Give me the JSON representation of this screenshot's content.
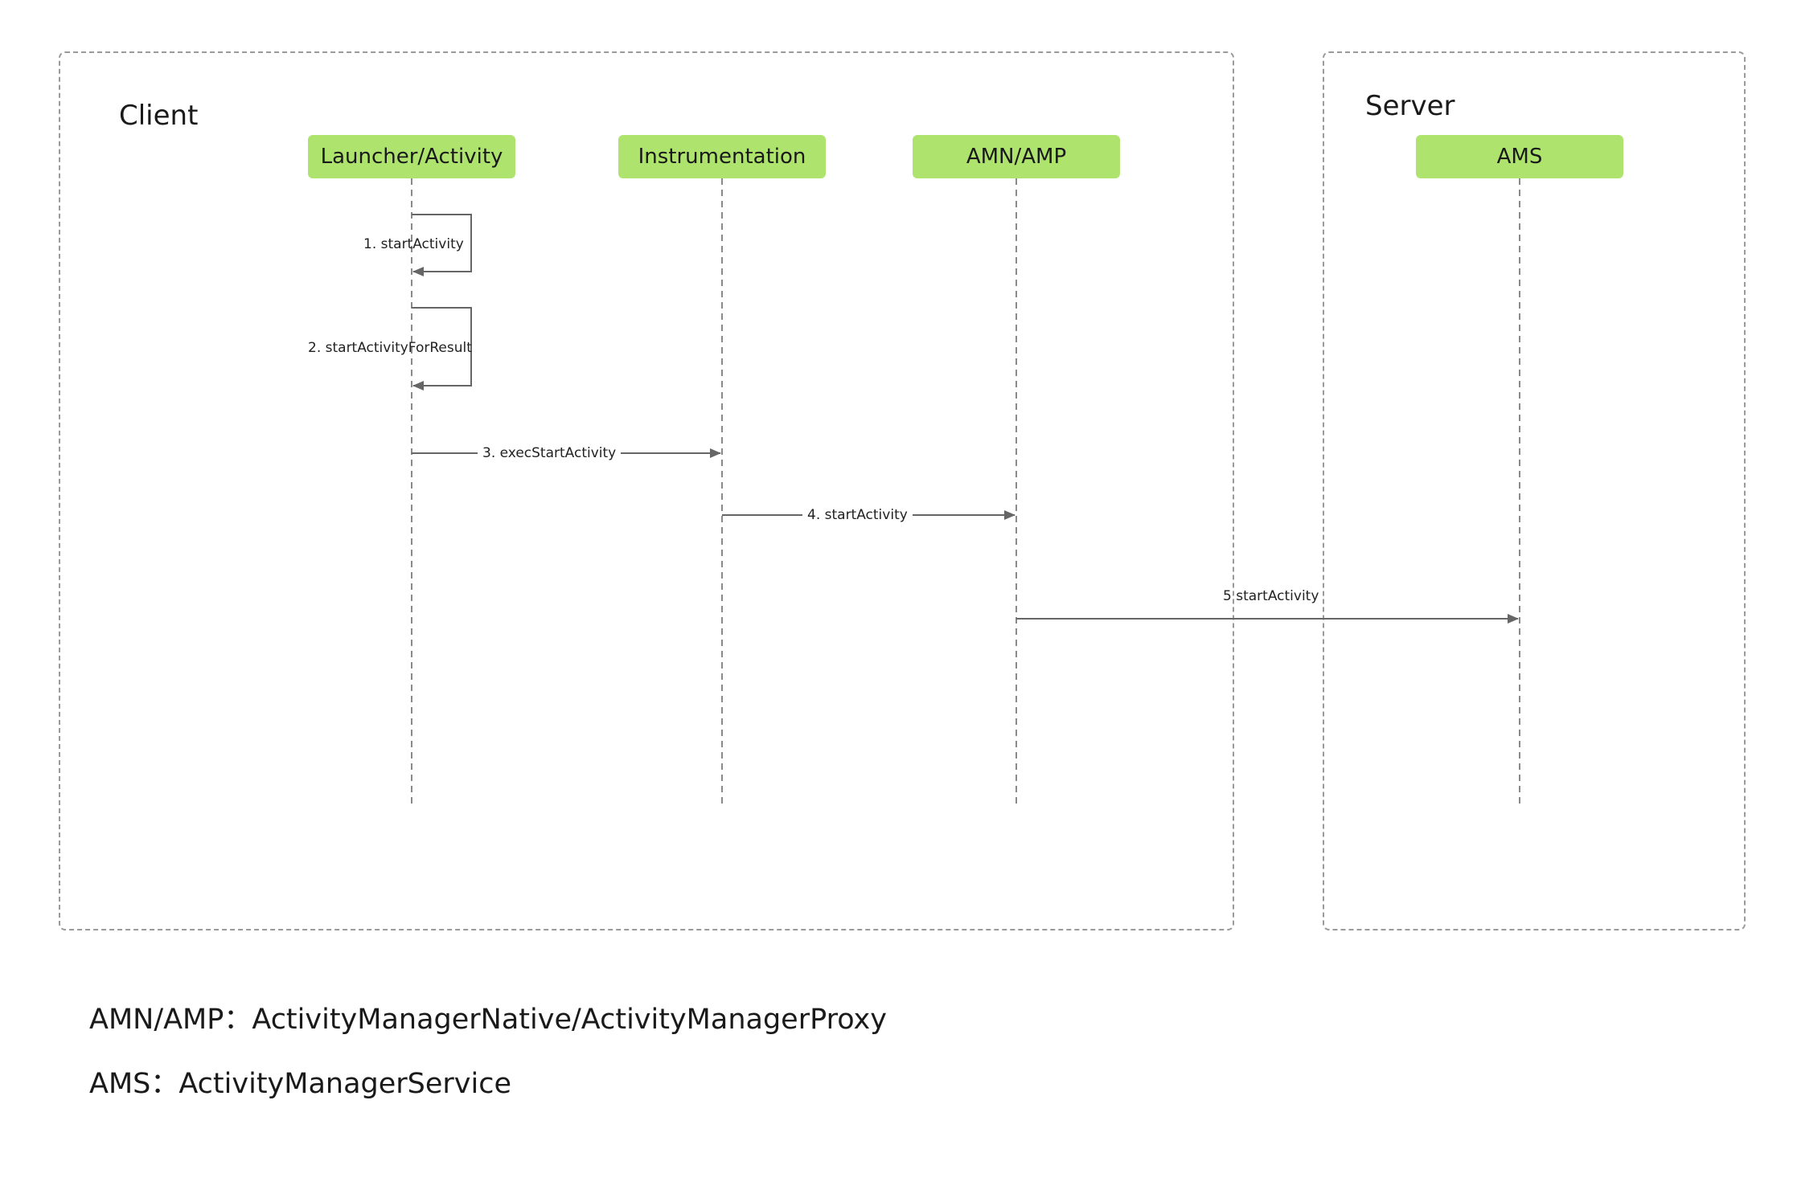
{
  "frames": {
    "client": "Client",
    "server": "Server"
  },
  "actors": [
    "Launcher/Activity",
    "Instrumentation",
    "AMN/AMP",
    "AMS"
  ],
  "messages": [
    "1. startActivity",
    "2. startActivityForResult",
    "3. execStartActivity",
    "4. startActivity",
    "5 startActivity"
  ],
  "legend": {
    "amn": "AMN/AMP：ActivityManagerNative/ActivityManagerProxy",
    "ams": "AMS：ActivityManagerService"
  },
  "colors": {
    "actor_fill": "#aee46e",
    "line": "#666666",
    "frame_border": "#9a9a9a"
  }
}
